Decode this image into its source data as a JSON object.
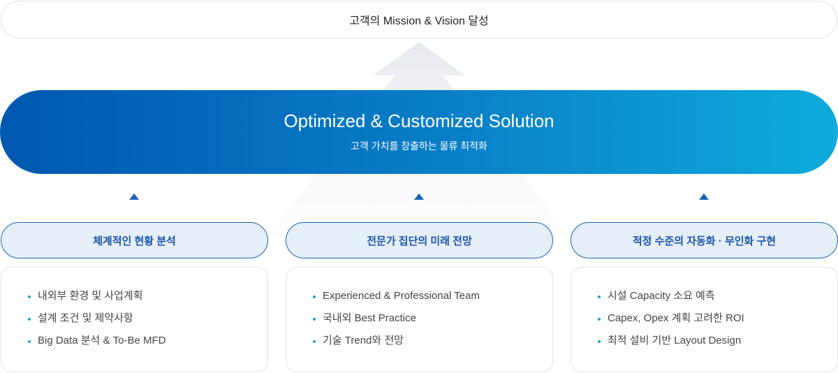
{
  "goal": {
    "label": "고객의 Mission & Vision 달성"
  },
  "solution": {
    "title": "Optimized & Customized Solution",
    "subtitle": "고객 가치를 창출하는 물류 최적화"
  },
  "columns": [
    {
      "title": "체계적인 현황 분석",
      "items": [
        "내외부 환경 및 사업계획",
        "설계 조건 및 제약사항",
        "Big Data 분석 & To-Be MFD"
      ]
    },
    {
      "title": "전문가 집단의 미래 전망",
      "items": [
        "Experienced & Professional Team",
        "국내외 Best Practice",
        "기술 Trend와 전망"
      ]
    },
    {
      "title": "적정 수준의 자동화 · 무인화 구현",
      "items": [
        "시설 Capacity 소요 예측",
        "Capex, Opex 계획 고려한 ROI",
        "최적 설비 기반 Layout Design"
      ]
    }
  ],
  "colors": {
    "accent": "#1a63b5",
    "gradient_start": "#0057b0",
    "gradient_end": "#0fabdc"
  }
}
